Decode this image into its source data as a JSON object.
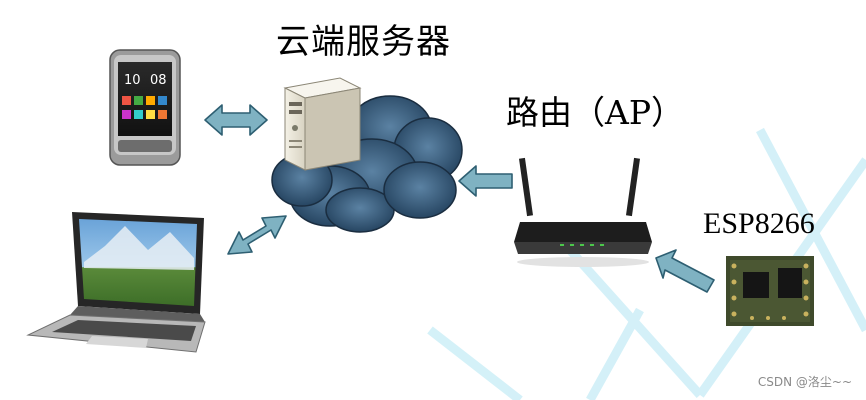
{
  "labels": {
    "cloud_server": "云端服务器",
    "router": "路由（AP）",
    "esp": "ESP8266",
    "credit": "CSDN @洛尘~~"
  },
  "icons": [
    "phone-icon",
    "laptop-icon",
    "server-icon",
    "cloud-icon",
    "router-icon",
    "esp8266-module-icon",
    "arrow-icon"
  ],
  "colors": {
    "arrow_fill": "#7fb2c2",
    "arrow_stroke": "#2e5f72",
    "cloud_fill": "#3a5f80",
    "watermark": "#bfe8f3"
  }
}
